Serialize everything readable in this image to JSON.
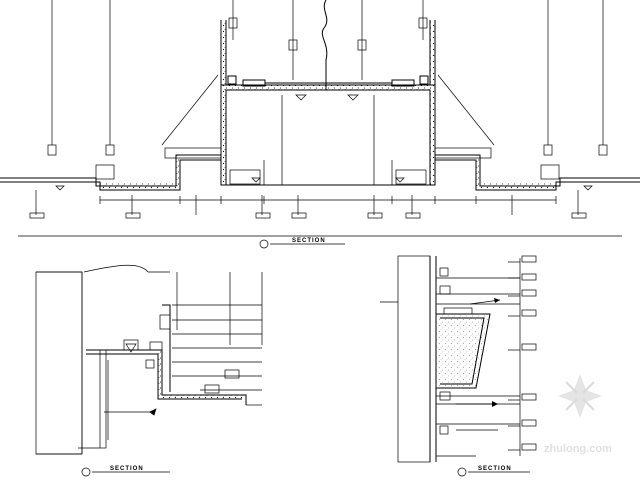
{
  "drawing": {
    "section_title_top": "SECTION",
    "section_title_bottom_left": "SECTION",
    "section_title_bottom_right": "SECTION",
    "watermark": "zhulong.com"
  }
}
